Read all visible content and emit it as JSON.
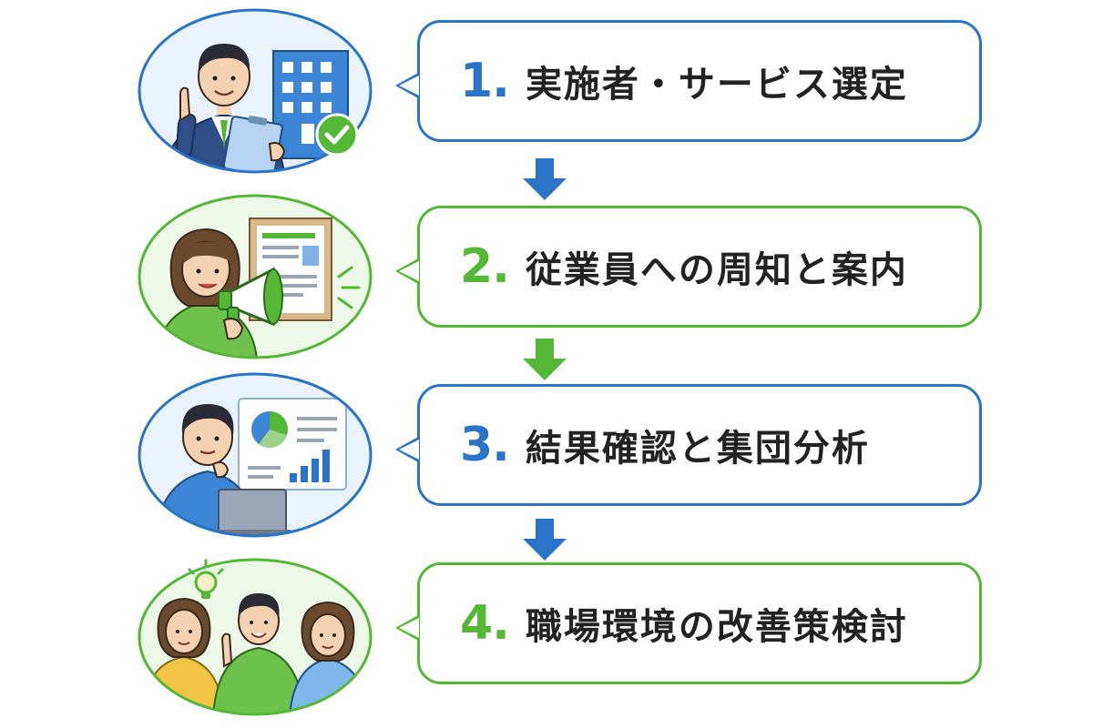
{
  "colors": {
    "blue": "#2a73c9",
    "green": "#55b736",
    "text": "#222222"
  },
  "steps": [
    {
      "number": "1.",
      "label": "実施者・サービス選定",
      "accent": "blue",
      "illustration": "businessman-with-clipboard-and-building"
    },
    {
      "number": "2.",
      "label": "従業員への周知と案内",
      "accent": "green",
      "illustration": "woman-with-megaphone-and-notice-board"
    },
    {
      "number": "3.",
      "label": "結果確認と集団分析",
      "accent": "blue",
      "illustration": "man-with-laptop-and-charts"
    },
    {
      "number": "4.",
      "label": "職場環境の改善策検討",
      "accent": "green",
      "illustration": "team-meeting-with-lightbulb"
    }
  ],
  "arrows": [
    {
      "color": "blue"
    },
    {
      "color": "green"
    },
    {
      "color": "blue"
    }
  ]
}
